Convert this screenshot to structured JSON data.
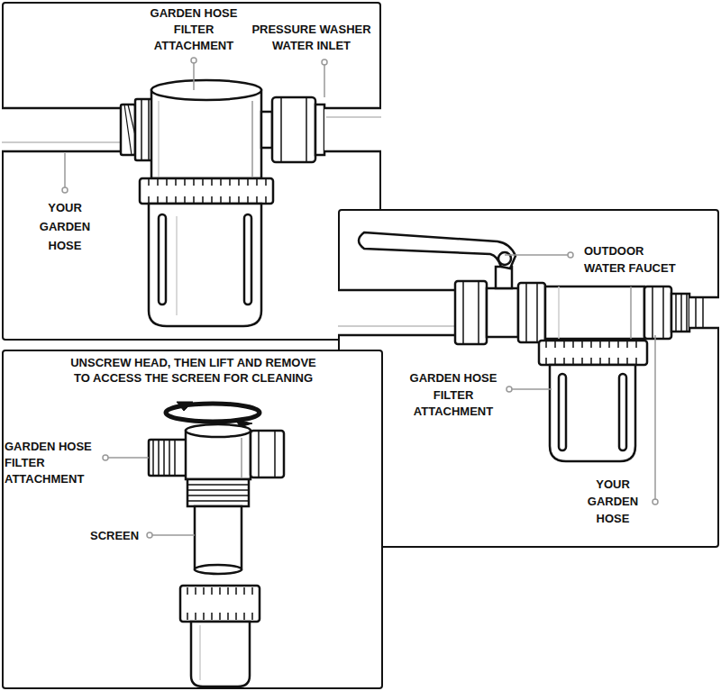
{
  "diagram": {
    "nodes": [
      {
        "text": [
          "GARDEN HOSE FILTER ATTACHMENT",
          "PRESSURE WASHER WATER INLET",
          "YOUR GARDEN HOSE"
        ]
      },
      {
        "text": [
          "OUTDOOR WATER FAUCET",
          "GARDEN HOSE FILTER ATTACHMENT",
          "YOUR GARDEN HOSE"
        ]
      },
      {
        "text": [
          "UNSCREW HEAD, THEN LIFT AND REMOVE TO ACCESS THE SCREEN FOR CLEANING",
          "GARDEN HOSE FILTER ATTACHMENT",
          "SCREEN"
        ]
      }
    ]
  }
}
